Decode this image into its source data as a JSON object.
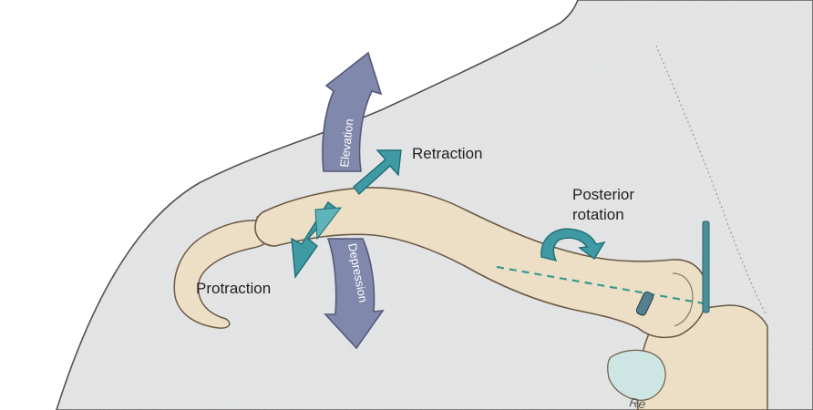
{
  "labels": {
    "elevation": "Elevation",
    "depression": "Depression",
    "retraction": "Retraction",
    "protraction": "Protraction",
    "posterior_rotation_line1": "Posterior",
    "posterior_rotation_line2": "rotation",
    "corner_fragment": "Re"
  },
  "colors": {
    "skin_fill": "#e8e9ea",
    "skin_outline": "#4a4a4a",
    "bone_fill": "#ecdfc6",
    "bone_outline": "#6b5a45",
    "arrow_purple": "#8088ac",
    "arrow_purple_dark": "#55597a",
    "arrow_teal": "#3f9aa3",
    "arrow_teal_dark": "#1f6d75",
    "axis_line": "#3a9a8e"
  },
  "icons": {
    "elevation": "curved-arrow-up-icon",
    "depression": "curved-arrow-down-icon",
    "retraction": "arrow-back-icon",
    "protraction": "arrow-forward-icon",
    "posterior_rotation": "rotation-arrow-icon"
  }
}
